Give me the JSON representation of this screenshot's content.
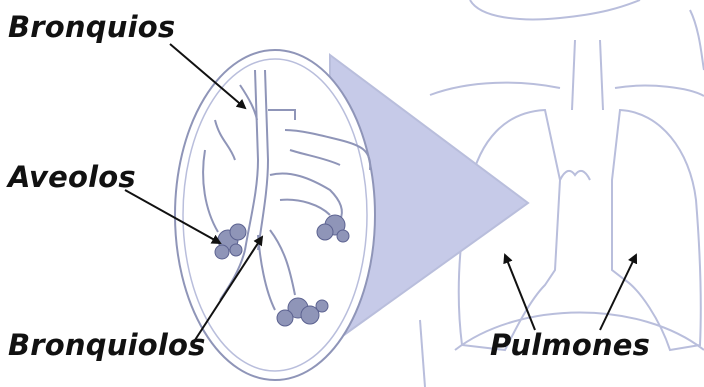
{
  "labels": {
    "bronquios": "Bronquios",
    "aveolos": "Aveolos",
    "bronquiolos": "Bronquiolos",
    "pulmones": "Pulmones"
  },
  "colors": {
    "outline": "#b9bedc",
    "magnifier_fill": "#c6cae8",
    "tissue": "#8f95b8",
    "arrow": "#111111",
    "text": "#111111"
  }
}
